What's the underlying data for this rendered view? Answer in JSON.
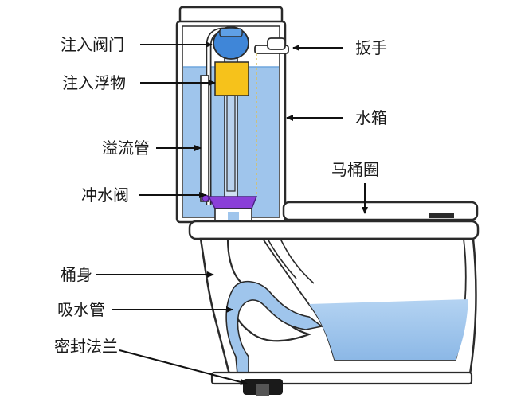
{
  "labels": {
    "fill_valve": "注入阀门",
    "float": "注入浮物",
    "overflow_tube": "溢流管",
    "flush_valve": "冲水阀",
    "body": "桶身",
    "trapway": "吸水管",
    "wax_ring": "密封法兰",
    "handle": "扳手",
    "tank": "水箱",
    "seat": "马桶圈"
  },
  "colors": {
    "water": "#9fc5ec",
    "water_dark": "#6fa6dd",
    "outline": "#2a2a2a",
    "porcelain": "#ffffff",
    "float": "#f6c21b",
    "flapper": "#8a3fd8",
    "valve_blue": "#3f86d8",
    "arrow": "#111111"
  }
}
